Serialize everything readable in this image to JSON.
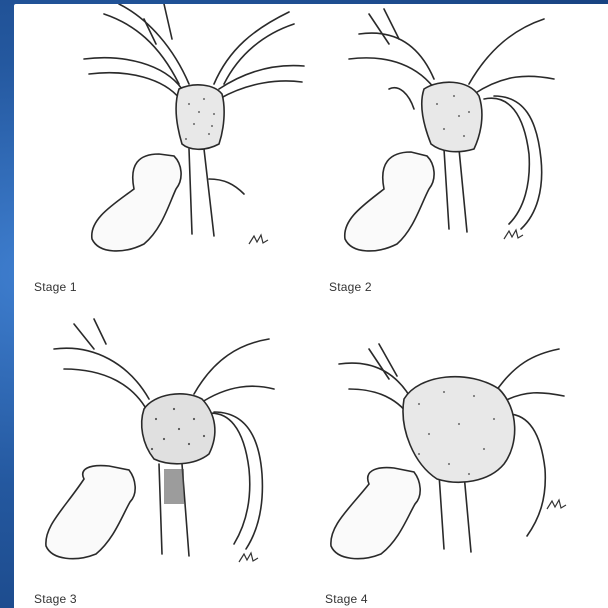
{
  "figure": {
    "colors": {
      "ink": "#2a2a2a",
      "paper": "#ffffff",
      "background": "#1b4f9c"
    },
    "panels": [
      {
        "stage": 1,
        "label": "Stage 1"
      },
      {
        "stage": 2,
        "label": "Stage 2"
      },
      {
        "stage": 3,
        "label": "Stage 3"
      },
      {
        "stage": 4,
        "label": "Stage 4"
      }
    ]
  }
}
